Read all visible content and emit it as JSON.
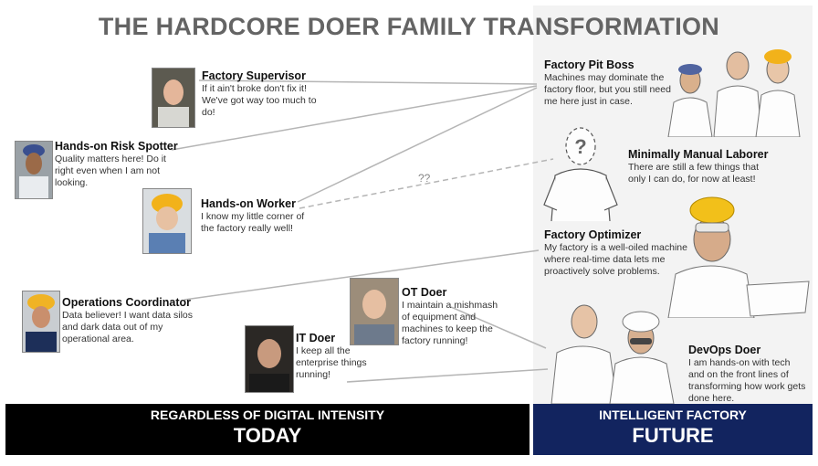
{
  "title": "THE HARDCORE DOER FAMILY TRANSFORMATION",
  "people": {
    "factory_supervisor": {
      "name": "Factory Supervisor",
      "desc": "If it ain't broke don't fix it! We've got way too much to do!"
    },
    "risk_spotter": {
      "name": "Hands-on Risk Spotter",
      "desc": "Quality matters here!  Do it right even when I am not looking."
    },
    "hands_on_worker": {
      "name": "Hands-on Worker",
      "desc": "I know my little corner of the factory really well!"
    },
    "operations_coordinator": {
      "name": "Operations Coordinator",
      "desc": "Data believer!  I want data silos and dark data out of my operational area."
    },
    "ot_doer": {
      "name": "OT Doer",
      "desc": "I maintain a mishmash of equipment and machines to keep the factory running!"
    },
    "it_doer": {
      "name": "IT Doer",
      "desc": "I keep all the enterprise things running!"
    },
    "pit_boss": {
      "name": "Factory Pit Boss",
      "desc": "Machines may dominate the factory floor, but you still need me here just in case."
    },
    "manual_laborer": {
      "name": "Minimally Manual Laborer",
      "desc": "There are still a few things that only I can do, for now at least!"
    },
    "factory_optimizer": {
      "name": "Factory Optimizer",
      "desc": "My factory is a well-oiled machine where real-time data lets me proactively solve problems."
    },
    "devops_doer": {
      "name": "DevOps Doer",
      "desc": "I am hands-on with tech and on the front lines of transforming how work gets done here."
    }
  },
  "question_marks": "??",
  "unknown_face_mark": "?",
  "footer": {
    "left_sub": "REGARDLESS OF DIGITAL INTENSITY",
    "left_main": "TODAY",
    "right_sub": "INTELLIGENT FACTORY",
    "right_main": "FUTURE"
  },
  "colors": {
    "left_bar": "#000000",
    "right_bar": "#12245f",
    "title": "#646464",
    "connector": "#b5b5b5"
  }
}
